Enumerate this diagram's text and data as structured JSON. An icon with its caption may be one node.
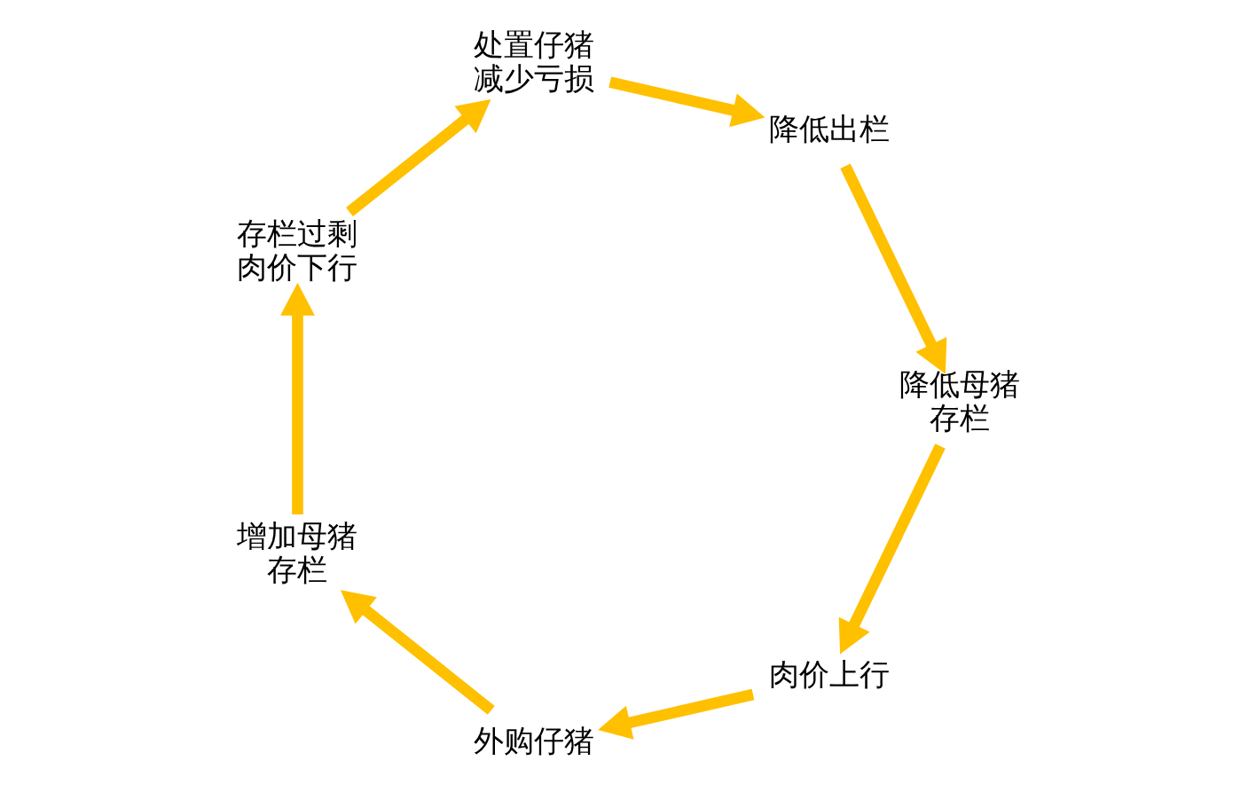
{
  "diagram": {
    "nodes": [
      {
        "text": [
          "肉价上行"
        ]
      },
      {
        "text": [
          "外购仔猪"
        ]
      },
      {
        "text": [
          "增加母猪存栏"
        ]
      },
      {
        "text": [
          "存栏过剩肉价下行"
        ]
      },
      {
        "text": [
          "处置仔猪减少亏损"
        ]
      },
      {
        "text": [
          "降低出栏"
        ]
      },
      {
        "text": [
          "降低母猪存栏"
        ]
      }
    ],
    "edges": [
      {
        "from": 0,
        "to": 1,
        "arrow": "to"
      },
      {
        "from": 1,
        "to": 2,
        "arrow": "to"
      },
      {
        "from": 2,
        "to": 3,
        "arrow": "to"
      },
      {
        "from": 3,
        "to": 4,
        "arrow": "to"
      },
      {
        "from": 4,
        "to": 5,
        "arrow": "to"
      },
      {
        "from": 5,
        "to": 6,
        "arrow": "to"
      },
      {
        "from": 6,
        "to": 0,
        "arrow": "to"
      }
    ]
  }
}
